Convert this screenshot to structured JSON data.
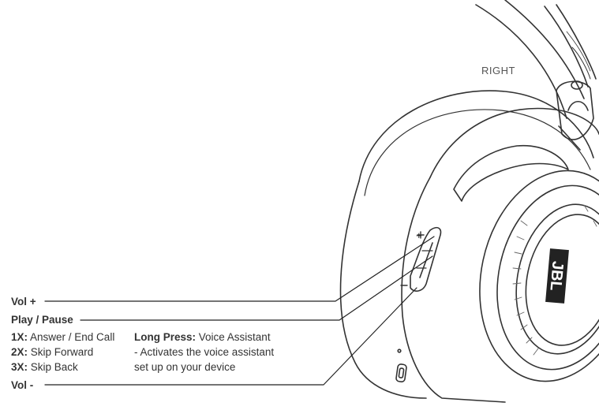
{
  "side_label": "RIGHT",
  "controls": {
    "vol_up": "Vol +",
    "play_pause": "Play / Pause",
    "vol_down": "Vol -"
  },
  "button_symbols": {
    "plus": "+",
    "minus": "–"
  },
  "press_actions": [
    {
      "key": "1X:",
      "text": " Answer / End Call"
    },
    {
      "key": "2X:",
      "text": " Skip Forward"
    },
    {
      "key": "3X:",
      "text": " Skip Back"
    }
  ],
  "long_press": {
    "key": "Long Press:",
    "text": " Voice Assistant",
    "line2": "- Activates the voice assistant",
    "line3": "set up on your device"
  },
  "logo_text": "JBL"
}
